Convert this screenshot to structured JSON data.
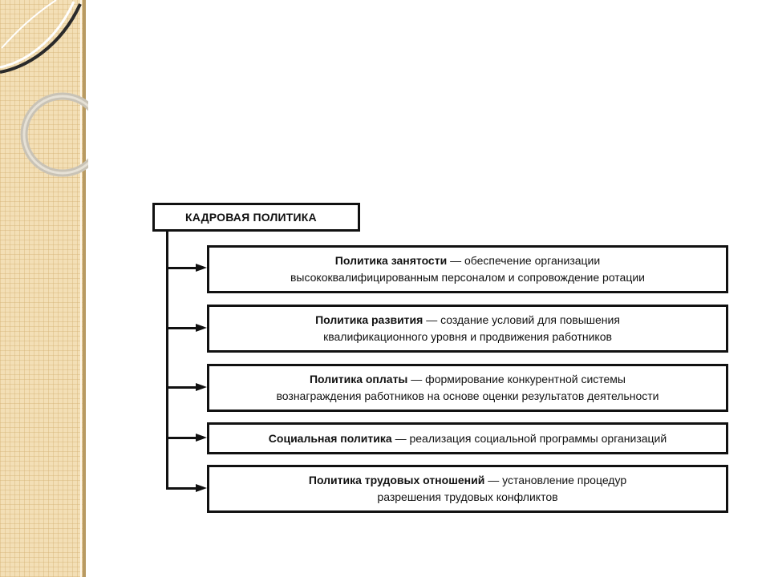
{
  "diagram": {
    "root": "КАДРОВАЯ ПОЛИТИКА",
    "items": [
      {
        "title": "Политика занятости",
        "desc": "— обеспечение организации",
        "desc2": "высококвалифицированным персоналом и сопровождение ротации"
      },
      {
        "title": "Политика развития",
        "desc": "— создание условий для повышения",
        "desc2": "квалификационного уровня и продвижения работников"
      },
      {
        "title": "Политика оплаты",
        "desc": "— формирование конкурентной системы",
        "desc2": "вознаграждения работников на основе оценки результатов деятельности"
      },
      {
        "title": "Социальная политика",
        "desc": "— реализация социальной программы организаций",
        "desc2": ""
      },
      {
        "title": "Политика трудовых отношений",
        "desc": "— установление процедур",
        "desc2": "разрешения трудовых конфликтов"
      }
    ]
  },
  "colors": {
    "strip": "#f3dfb6",
    "strip_border": "#b89a62",
    "line": "#111111"
  },
  "decor": {
    "icon": "arc-ornament"
  }
}
